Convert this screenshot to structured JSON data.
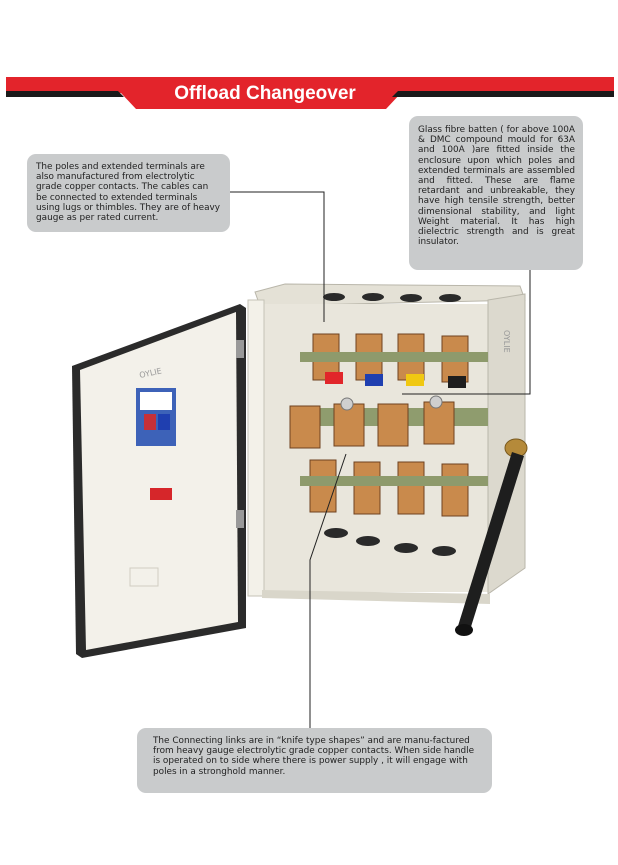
{
  "header": {
    "title": "Offload Changeover"
  },
  "callouts": {
    "poles_terminals": "The poles and extended terminals are also manufactured from electrolytic grade copper contacts. The cables can be connected to extended terminals using lugs or thimbles. They are of heavy gauge as per rated current.",
    "glass_fibre": "Glass fibre batten ( for above 100A & DMC compound mould for 63A and 100A )are fitted inside the enclosure upon which poles and extended terminals are assembled and fitted. These are flame retardant and unbreakable, they have high tensile strength, better dimensional stability, and light Weight material. It has high dielectric strength and is great insulator.",
    "connecting_links": "The Connecting links are in “knife type shapes” and are manu-factured from heavy gauge electrolytic grade copper contacts. When side handle is operated on to side where there is power supply , it will engage with poles in a stronghold manner."
  },
  "product": {
    "door_brand": "OYLIE",
    "side_brand": "OYLIE"
  },
  "colors": {
    "banner_red": "#e3242b",
    "banner_dark": "#1a1a1a",
    "callout_bg": "#c9cbcc",
    "enclosure": "#f1efe6",
    "copper": "#b87333"
  }
}
